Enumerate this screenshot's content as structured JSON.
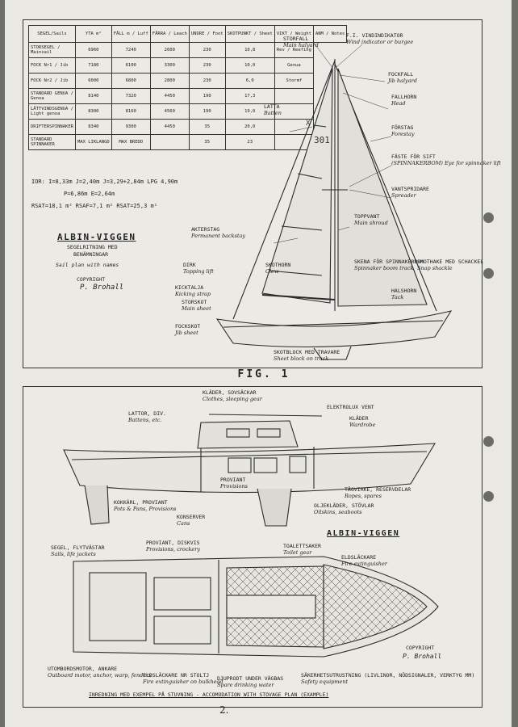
{
  "sail_table": {
    "headers": [
      "SEGEL/Sails",
      "YTA m²",
      "FÅLL m / Luff",
      "FÅRRA / Leach",
      "UNDRE / Foot",
      "SKOTPUNKT / Sheet",
      "VIKT / Weight",
      "ANM / Notes"
    ],
    "rows": [
      {
        "name": "STORSEGEL / Mainsail",
        "cells": [
          "6960",
          "7240",
          "2600",
          "230",
          "10,8",
          "Rev / Reefing"
        ]
      },
      {
        "name": "FOCK Nr1 / Jib",
        "cells": [
          "7180",
          "6100",
          "3300",
          "230",
          "10,0",
          "Genua"
        ]
      },
      {
        "name": "FOCK Nr2 / Jib",
        "cells": [
          "6000",
          "6800",
          "2800",
          "230",
          "6,0",
          "Stormf"
        ]
      },
      {
        "name": "STANDARD GENUA / Genoa",
        "cells": [
          "8140",
          "7320",
          "4450",
          "190",
          "17,3",
          ""
        ]
      },
      {
        "name": "LÄTTVINDSGENUA / Light genoa",
        "cells": [
          "8300",
          "8160",
          "4560",
          "190",
          "19,0",
          ""
        ]
      },
      {
        "name": "DRIFTERSPINNAKER",
        "cells": [
          "8340",
          "9300",
          "4450",
          "35",
          "20,0",
          ""
        ]
      },
      {
        "name": "STANDARD SPINNAKER",
        "cells": [
          "MAX LIKLANGD",
          "MAX BREDD",
          "",
          "35",
          "23",
          ""
        ]
      }
    ]
  },
  "formulas": {
    "line1": "IOR: I=8,33m  J=2,40m  J=3,29+2,84m  LPG 4,90m",
    "line2": "P=6,86m  E=2,64m",
    "line3": "RSAT=18,1 m²   RSAF=7,1 m²   RSAT=25,3 m²"
  },
  "fig1_title": "ALBIN-VIGGEN",
  "fig1_sub1": "SEGELRITNING MED",
  "fig1_sub2": "BENÄMNINGAR",
  "fig1_sub3": "Sail plan with names",
  "copyright": "COPYRIGHT",
  "signature": "P. Brohall",
  "fig_label": "FIG. 1",
  "rig_labels": [
    {
      "id": "storfall",
      "sv": "STORFALL",
      "en": "Main halyard"
    },
    {
      "id": "vindindikator",
      "sv": "F.I. VINDINDIKATOR",
      "en": "Wind indicator or burgee"
    },
    {
      "id": "fockfall",
      "sv": "FOCKFALL",
      "en": "Jib halyard"
    },
    {
      "id": "fallhorn",
      "sv": "FALLHORN",
      "en": "Head"
    },
    {
      "id": "latta",
      "sv": "LATTA",
      "en": "Batten"
    },
    {
      "id": "forstag",
      "sv": "FÖRSTAG",
      "en": "Forestay"
    },
    {
      "id": "faste",
      "sv": "FÄSTE FÖR SIFT",
      "en": "(SPINNAKERBOM) Eye for spinnaker lift"
    },
    {
      "id": "vant",
      "sv": "VANTSPRIDARE",
      "en": "Spreader"
    },
    {
      "id": "akterstag",
      "sv": "AKTERSTAG",
      "en": "Permanent backstay"
    },
    {
      "id": "toppvant",
      "sv": "TOPPVANT",
      "en": "Main shroud"
    },
    {
      "id": "dirk",
      "sv": "DIRK",
      "en": "Topping lift"
    },
    {
      "id": "kicktalja",
      "sv": "KICKTALJA",
      "en": "Kicking strap"
    },
    {
      "id": "storskot",
      "sv": "STORSKOT",
      "en": "Main sheet"
    },
    {
      "id": "fockskot",
      "sv": "FOCKSKOT",
      "en": "Jib sheet"
    },
    {
      "id": "skothorn",
      "sv": "SKOTHORN",
      "en": "Clew"
    },
    {
      "id": "skena",
      "sv": "SKENA FÖR SPINNAKERBOM",
      "en": "Spinnaker boom track"
    },
    {
      "id": "skothake",
      "sv": "SKOTHAKE MED SCHACKEL",
      "en": "Snap shackle"
    },
    {
      "id": "halshorn",
      "sv": "HALSHORN",
      "en": "Tack"
    },
    {
      "id": "skotblock",
      "sv": "SKOTBLOCK MED TRAVARE",
      "en": "Sheet block on track"
    }
  ],
  "fig2_title": "ALBIN-VIGGEN",
  "section_labels": [
    {
      "id": "klader",
      "sv": "KLÄDER, SOVSÄCKAR",
      "en": "Clothes, sleeping gear"
    },
    {
      "id": "elvent",
      "sv": "ELEKTROLUX VENT",
      "en": ""
    },
    {
      "id": "lattor",
      "sv": "LATTOR, DIV.",
      "en": "Battens, etc."
    },
    {
      "id": "kladerwar",
      "sv": "KLÄDER",
      "en": "Wardrobe"
    },
    {
      "id": "proviant",
      "sv": "PROVIANT",
      "en": "Provisions"
    },
    {
      "id": "kokkarl",
      "sv": "KOKKÄRL, PROVIANT",
      "en": "Pots & Pans, Provisions"
    },
    {
      "id": "konserver",
      "sv": "KONSERVER",
      "en": "Cans"
    },
    {
      "id": "tagvirke",
      "sv": "TÅGVIRKE, RESERVDELAR",
      "en": "Ropes, spares"
    },
    {
      "id": "oljeklader",
      "sv": "OLJEKLÄDER, STÖVLAR",
      "en": "Oilskins, seaboots"
    }
  ],
  "plan_labels": [
    {
      "id": "segel",
      "sv": "SEGEL, FLYTVÄSTAR",
      "en": "Sails, life jackets"
    },
    {
      "id": "provdisk",
      "sv": "PROVIANT, DISKVIS",
      "en": "Provisions, crockery"
    },
    {
      "id": "toalett",
      "sv": "TOALETTSAKER",
      "en": "Toilet gear"
    },
    {
      "id": "eldslackare",
      "sv": "ELDSLÄCKARE",
      "en": "Fire extinguisher"
    },
    {
      "id": "utombords",
      "sv": "UTOMBORDSMOTOR, ANKARE",
      "en": "Outboard motor, anchor, warp, fenders"
    },
    {
      "id": "eldslackare2",
      "sv": "ELDSLÄCKARE NR STOLTJ",
      "en": "Fire extinguisher on bulkhead"
    },
    {
      "id": "djuprort",
      "sv": "DJUPRODT UNDER VÄGBAS",
      "en": "Spare drinking water"
    },
    {
      "id": "sakerhet",
      "sv": "SÄKERHETSUTRUSTNING (LIVLINOR, NÖDSIGNALER, VERKTYG MM)",
      "en": "Safety equipment"
    }
  ],
  "plan_copyright": "COPYRIGHT",
  "plan_signature": "P. Brohall",
  "caption": "INREDNING MED EXEMPEL PÅ STUVNING - ACCOMODATION WITH STOVAGE PLAN (EXAMPLE)",
  "page_number": "2."
}
